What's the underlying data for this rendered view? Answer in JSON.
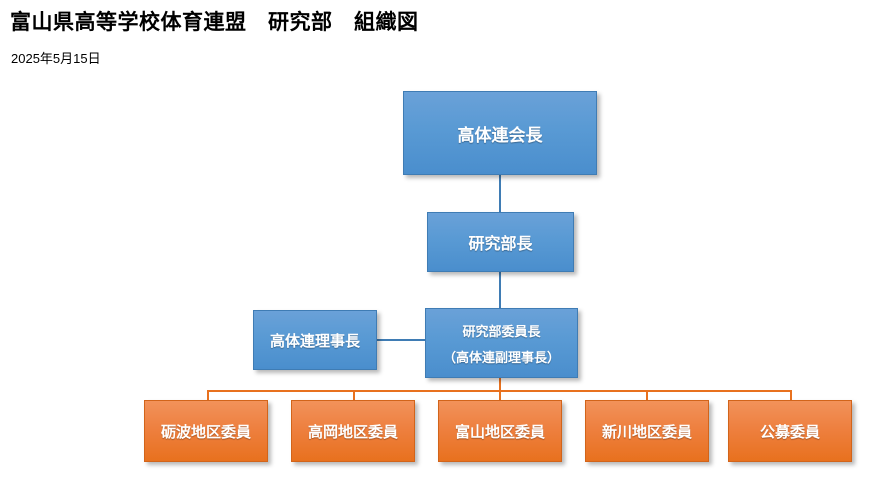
{
  "header": {
    "title": "富山県高等学校体育連盟　研究部　組織図",
    "date": "2025年5月15日"
  },
  "colors": {
    "blue_fill_top": "#6aa1d8",
    "blue_fill_bottom": "#4a8ecd",
    "blue_border": "#3f7cb4",
    "orange_fill_top": "#f2925a",
    "orange_fill_bottom": "#e8711e",
    "orange_border": "#d2641a",
    "text": "#ffffff",
    "background": "#ffffff"
  },
  "chart": {
    "chairman": {
      "label": "高体連会長"
    },
    "dept_head": {
      "label": "研究部長"
    },
    "committee_chair": {
      "line1": "研究部委員長",
      "line2": "（高体連副理事長）"
    },
    "director": {
      "label": "高体連理事長"
    },
    "districts": [
      {
        "label": "砺波地区委員"
      },
      {
        "label": "高岡地区委員"
      },
      {
        "label": "富山地区委員"
      },
      {
        "label": "新川地区委員"
      },
      {
        "label": "公募委員"
      }
    ]
  }
}
